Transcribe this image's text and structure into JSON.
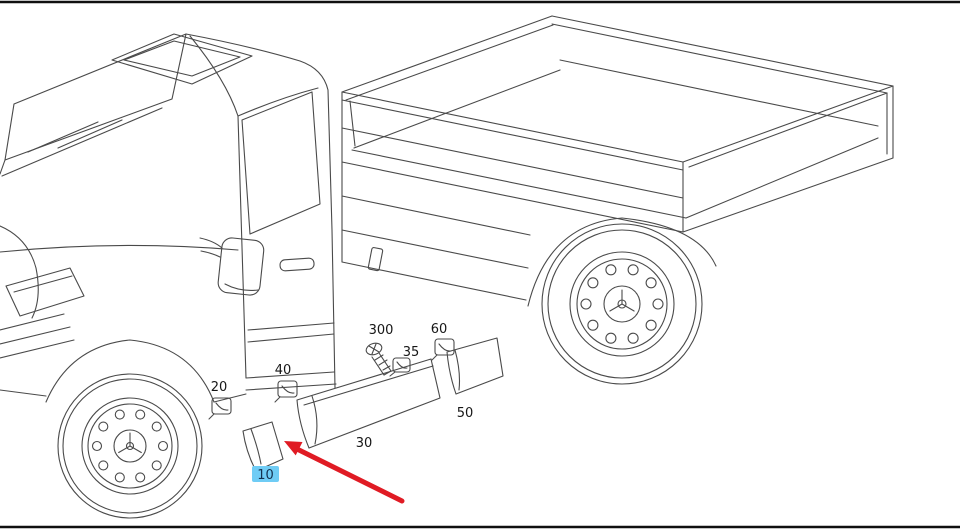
{
  "parts": {
    "p10": {
      "label": "10",
      "highlighted": true
    },
    "p20": {
      "label": "20",
      "highlighted": false
    },
    "p30": {
      "label": "30",
      "highlighted": false
    },
    "p35": {
      "label": "35",
      "highlighted": false
    },
    "p40": {
      "label": "40",
      "highlighted": false
    },
    "p50": {
      "label": "50",
      "highlighted": false
    },
    "p60": {
      "label": "60",
      "highlighted": false
    },
    "p300": {
      "label": "300",
      "highlighted": false
    }
  },
  "colors": {
    "line": "#4a4a4a",
    "highlight_bg": "#6fccf5",
    "arrow": "#e01b24"
  }
}
